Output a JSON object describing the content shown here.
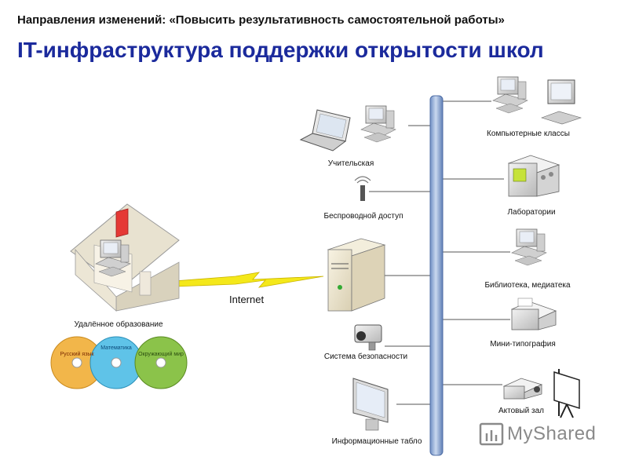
{
  "header": "Направления изменений: «Повысить результативность самостоятельной работы»",
  "title": "IT-инфраструктура поддержки открытости школ",
  "left": {
    "home_label": "Удалённое образование",
    "internet_label": "Internet",
    "disc_titles": [
      "Русский язык",
      "Математика",
      "Окружающий мир"
    ]
  },
  "center_nodes": [
    "Учительская",
    "Беспроводной доступ",
    "Система безопасности",
    "Информационные табло"
  ],
  "right_nodes": [
    "Компьютерные классы",
    "Лаборатории",
    "Библиотека, медиатека",
    "Мини-типография",
    "Актовый зал"
  ],
  "watermark": {
    "text": "MyShared"
  },
  "colors": {
    "title": "#1b2a9c",
    "bus": "#9bb2d6",
    "bolt": "#f4e81a"
  },
  "icons": [
    "laptop-icon",
    "desktop-computer-icon",
    "wireless-antenna-icon",
    "server-icon",
    "security-camera-icon",
    "lcd-monitor-icon",
    "house-icon",
    "lab-device-icon",
    "printer-icon",
    "projector-icon",
    "screen-icon",
    "cd-disc-icon"
  ]
}
